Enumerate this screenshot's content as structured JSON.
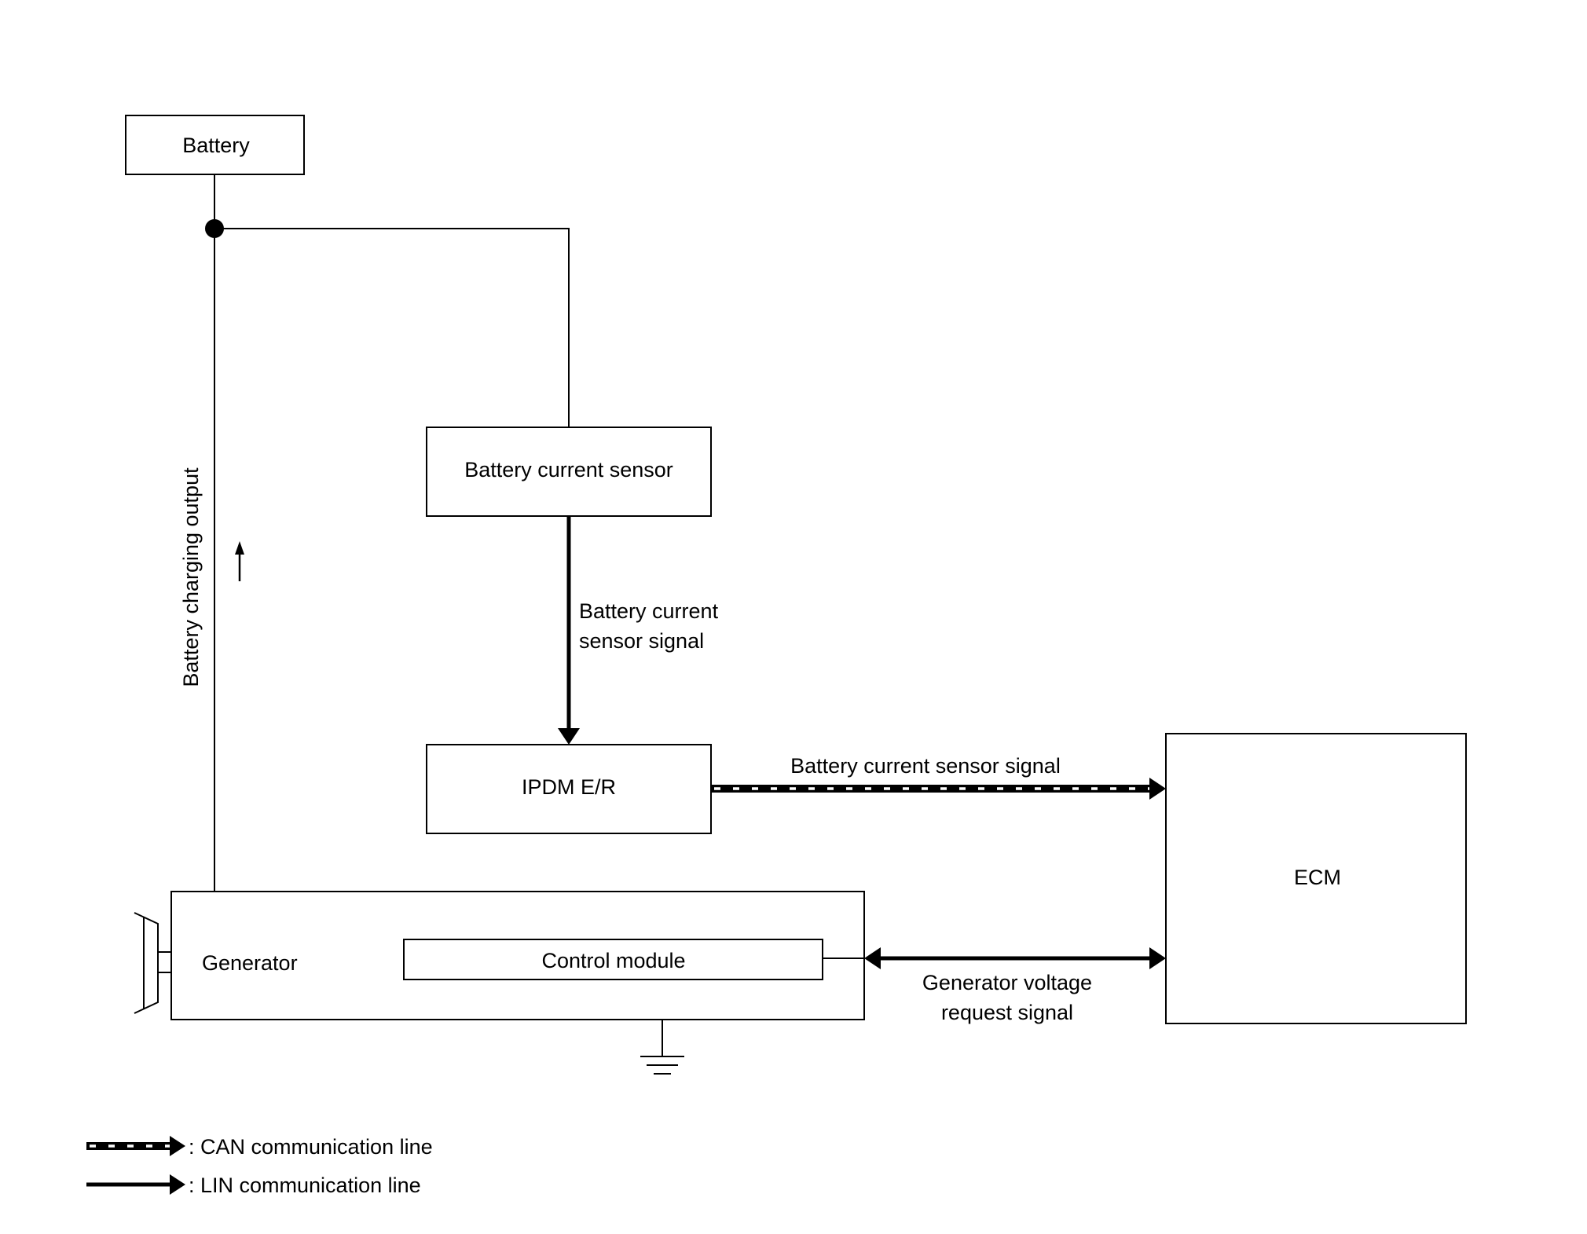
{
  "blocks": {
    "battery": "Battery",
    "battery_current_sensor": "Battery current sensor",
    "ipdm": "IPDM E/R",
    "ecm": "ECM",
    "generator": "Generator",
    "control_module": "Control module"
  },
  "signals": {
    "battery_charging_output": "Battery charging output",
    "sensor_signal_line1": "Battery current",
    "sensor_signal_line2": "sensor signal",
    "can_signal": "Battery current sensor signal",
    "gen_request_line1": "Generator voltage",
    "gen_request_line2": "request signal"
  },
  "legend": {
    "can": ": CAN communication line",
    "lin": ": LIN communication line"
  }
}
